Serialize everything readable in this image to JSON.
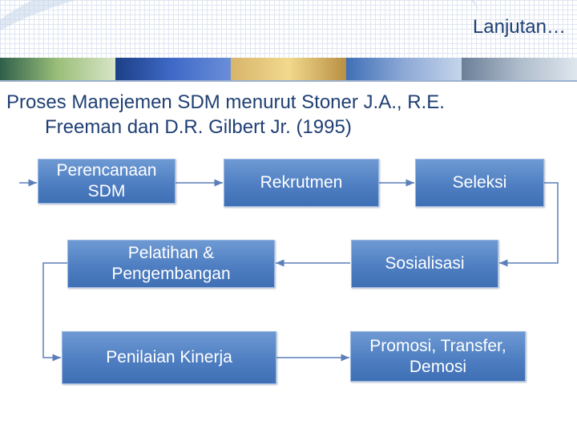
{
  "slide": {
    "title": "Lanjutan…"
  },
  "heading": {
    "line1": "Proses Manejemen SDM menurut Stoner J.A.,  R.E.",
    "line2": "Freeman dan D.R. Gilbert Jr. (1995)"
  },
  "diagram": {
    "steps": [
      {
        "line1": "Perencanaan",
        "line2": "SDM"
      },
      {
        "line1": "Rekrutmen"
      },
      {
        "line1": "Seleksi"
      },
      {
        "line1": "Sosialisasi"
      },
      {
        "line1": "Pelatihan &",
        "line2": "Pengembangan"
      },
      {
        "line1": "Penilaian Kinerja"
      },
      {
        "line1": "Promosi, Transfer,",
        "line2": "Demosi"
      }
    ]
  },
  "colors": {
    "box": "#4f7fc2",
    "title": "#1f3f74",
    "connector": "#5b7fb8"
  }
}
